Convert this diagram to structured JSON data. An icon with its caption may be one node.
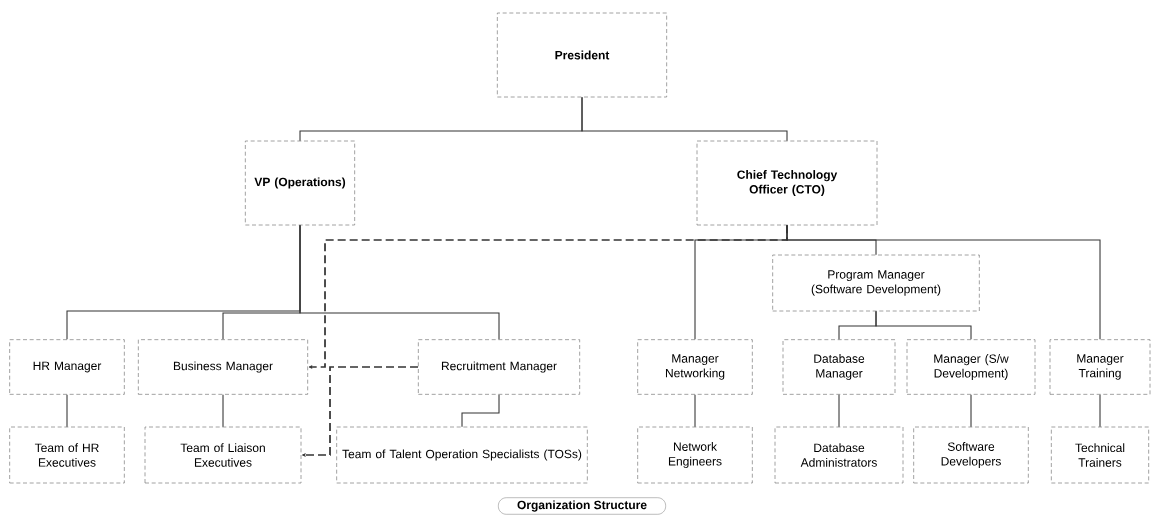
{
  "diagram": {
    "caption": "Organization Structure",
    "nodes": [
      {
        "text": [
          "President"
        ]
      },
      {
        "text": [
          "VP (Operations)"
        ]
      },
      {
        "text": [
          "Chief Technology Officer (CTO)"
        ]
      },
      {
        "text": [
          "HR Manager"
        ]
      },
      {
        "text": [
          "Business Manager"
        ]
      },
      {
        "text": [
          "Recruitment Manager"
        ]
      },
      {
        "text": [
          "Manager Networking"
        ]
      },
      {
        "text": [
          "Program Manager (Software Development)"
        ]
      },
      {
        "text": [
          "Database Manager"
        ]
      },
      {
        "text": [
          "Manager (S/w Development)"
        ]
      },
      {
        "text": [
          "Manager Training"
        ]
      },
      {
        "text": [
          "Team of HR Executives"
        ]
      },
      {
        "text": [
          "Team of Liaison Executives"
        ]
      },
      {
        "text": [
          "Team of Talent Operation Specialists (TOSs)"
        ]
      },
      {
        "text": [
          "Network Engineers"
        ]
      },
      {
        "text": [
          "Database Administrators"
        ]
      },
      {
        "text": [
          "Software Developers"
        ]
      },
      {
        "text": [
          "Technical Trainers"
        ]
      }
    ],
    "edges": [
      {
        "from": 0,
        "to": 1,
        "arrow": "none"
      },
      {
        "from": 0,
        "to": 2,
        "arrow": "none"
      },
      {
        "from": 1,
        "to": 3,
        "arrow": "none"
      },
      {
        "from": 1,
        "to": 4,
        "arrow": "none"
      },
      {
        "from": 1,
        "to": 5,
        "arrow": "none"
      },
      {
        "from": 2,
        "to": 6,
        "arrow": "none"
      },
      {
        "from": 2,
        "to": 7,
        "arrow": "none"
      },
      {
        "from": 2,
        "to": 10,
        "arrow": "none"
      },
      {
        "from": 7,
        "to": 8,
        "arrow": "none"
      },
      {
        "from": 7,
        "to": 9,
        "arrow": "none"
      },
      {
        "from": 3,
        "to": 11,
        "arrow": "none"
      },
      {
        "from": 4,
        "to": 12,
        "arrow": "none"
      },
      {
        "from": 5,
        "to": 13,
        "arrow": "none"
      },
      {
        "from": 6,
        "to": 14,
        "arrow": "none"
      },
      {
        "from": 8,
        "to": 15,
        "arrow": "none"
      },
      {
        "from": 9,
        "to": 16,
        "arrow": "none"
      },
      {
        "from": 10,
        "to": 17,
        "arrow": "none"
      },
      {
        "from": 2,
        "to": 4,
        "arrow": "to",
        "style": "dashed"
      },
      {
        "from": 5,
        "to": 12,
        "arrow": "to",
        "style": "dashed"
      }
    ]
  }
}
